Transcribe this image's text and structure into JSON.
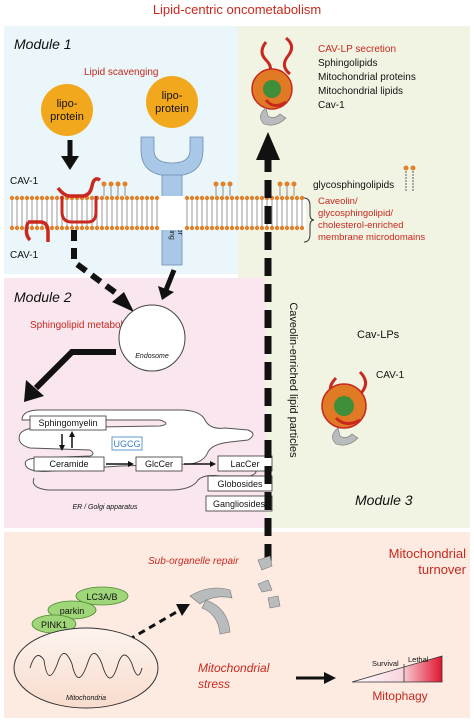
{
  "title": "Lipid-centric oncometabolism",
  "colors": {
    "module1_bg": "#eaf6f9",
    "module2_bg": "#f9e6ee",
    "module3_bg": "#f2f4e3",
    "mito_bg": "#fdebe2",
    "lipoprotein": "#f2a81d",
    "receptor": "#a9c8e8",
    "cav1": "#c8281e",
    "lipid_head": "#e0822b",
    "membrane_stripe": "#555555",
    "lp_core": "#3e8e3a",
    "lp_shell": "#e07a24",
    "green_proteins": "#9fd67a",
    "ugcg": "#3a7fc4",
    "accent_red": "#c8281e"
  },
  "module1": {
    "label": "Module 1",
    "subtitle": "Lipid scavenging",
    "lipoprotein_left": [
      "lipo-",
      "protein"
    ],
    "lipoprotein_right": [
      "lipo-",
      "protein"
    ],
    "cav1_top": "CAV-1",
    "cav1_bottom": "CAV-1",
    "receptor_label": [
      "scavenging",
      "receptor"
    ]
  },
  "module2": {
    "label": "Module 2",
    "subtitle": "Sphingolipid metabolism",
    "endosome": "Endosome",
    "sphingomyelin": "Sphingomyelin",
    "ugcg": "UGCG",
    "ceramide": "Ceramide",
    "glccer": "GlcCer",
    "laccer": "LacCer",
    "globosides": "Globosides",
    "gangliosides": "Gangliosides",
    "er_golgi": "ER / Golgi apparatus"
  },
  "module3": {
    "label": "Module 3",
    "cav_lp_secretion": "CAV-LP secretion",
    "contents": [
      "Sphingolipids",
      "Mitochondrial proteins",
      "Mitochondrial lipids",
      "Cav-1"
    ],
    "glycosphingolipids": "glycosphingolipids",
    "microdomains": [
      "Caveolin/",
      "glycosphingolipid/",
      "cholesterol-enriched",
      "membrane microdomains"
    ],
    "vertical_arrow_label": "Caveolin-enriched lipid particles",
    "cav_lps": "Cav-LPs",
    "cav1": "CAV-1"
  },
  "mito": {
    "turnover": [
      "Mitochondrial",
      "turnover"
    ],
    "sub_organelle": "Sub-organelle repair",
    "lc3": "LC3A/B",
    "parkin": "parkin",
    "pink1": "PINK1",
    "mitochondria": "Mitochondria",
    "stress": [
      "Mitochondrial",
      "stress"
    ],
    "survival": "Survival",
    "lethal": "Lethal",
    "mitophagy": "Mitophagy"
  }
}
